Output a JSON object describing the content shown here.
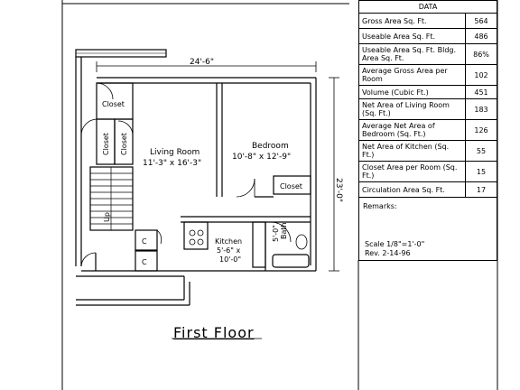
{
  "table": {
    "header": "DATA",
    "rows": [
      {
        "label": "Gross Area Sq. Ft.",
        "value": "564"
      },
      {
        "label": "Useable Area Sq. Ft.",
        "value": "486"
      },
      {
        "label": "Useable Area Sq. Ft. Bldg. Area Sq. Ft.",
        "value": "86%"
      },
      {
        "label": "Average Gross Area per Room",
        "value": "102"
      },
      {
        "label": "Volume (Cubic Ft.)",
        "value": "451"
      },
      {
        "label": "Net Area of Living Room (Sq. Ft.)",
        "value": "183"
      },
      {
        "label": "Average Net Area of Bedroom (Sq. Ft.)",
        "value": "126"
      },
      {
        "label": "Net Area of Kitchen (Sq. Ft.)",
        "value": "55"
      },
      {
        "label": "Closet Area per Room (Sq. Ft.)",
        "value": "15"
      },
      {
        "label": "Circulation Area Sq. Ft.",
        "value": "17"
      }
    ],
    "remarks_label": "Remarks:",
    "scale": "Scale 1/8\"=1'-0\"",
    "revision": "Rev. 2-14-96"
  },
  "plan": {
    "title": "First Floor",
    "overall_width": "24'-6\"",
    "overall_depth": "23'-0\"",
    "closet_top": "Closet",
    "closet_left_a": "Closet",
    "closet_left_b": "Closet",
    "living_room": "Living Room",
    "living_room_dims": "11'-3\" x 16'-3\"",
    "bedroom": "Bedroom",
    "bedroom_dims": "10'-8\" x 12'-9\"",
    "bedroom_closet": "Closet",
    "kitchen": "Kitchen",
    "kitchen_dims_a": "5'-6\" x",
    "kitchen_dims_b": "10'-0\"",
    "bath": "Bath",
    "bath_dims": "5'-0\"",
    "stair_label": "Up",
    "closet_c_a": "C",
    "closet_c_b": "C"
  }
}
